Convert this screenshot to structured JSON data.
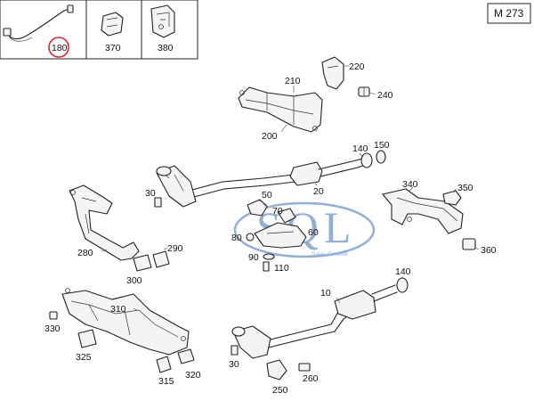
{
  "model_code": "M 273",
  "callouts": {
    "p180": "180",
    "p370": "370",
    "p380": "380",
    "p220": "220",
    "p210": "210",
    "p240": "240",
    "p200": "200",
    "p140a": "140",
    "p150": "150",
    "p30a": "30",
    "p20": "20",
    "p340": "340",
    "p350": "350",
    "p50": "50",
    "p70": "70",
    "p60": "60",
    "p80": "80",
    "p90": "90",
    "p110": "110",
    "p280": "280",
    "p290": "290",
    "p300": "300",
    "p360": "360",
    "p140b": "140",
    "p10": "10",
    "p310": "310",
    "p330": "330",
    "p325": "325",
    "p30b": "30",
    "p320": "320",
    "p315": "315",
    "p250": "250",
    "p260": "260"
  },
  "watermark": {
    "logo": "SQL",
    "tagline": "Sales On Line"
  },
  "colors": {
    "highlight_circle": "#d9262b",
    "watermark": "#3b6fb6",
    "line": "#222222"
  }
}
